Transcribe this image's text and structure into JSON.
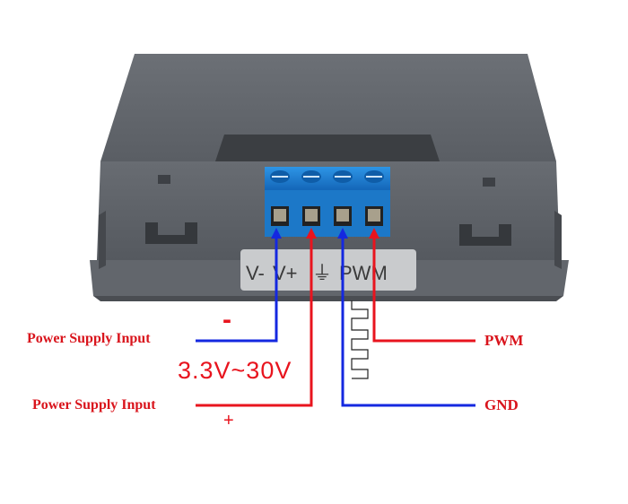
{
  "device_label": {
    "v_minus": "V-",
    "v_plus": "V+",
    "ground_symbol": "⏚",
    "pwm": "PWM"
  },
  "annotations": {
    "power_input_negative": "Power Supply Input",
    "power_input_positive": "Power Supply Input",
    "minus_sign": "-",
    "plus_sign": "+",
    "voltage_range": "3.3V~30V",
    "pwm": "PWM",
    "gnd": "GND"
  },
  "colors": {
    "wire_red": "#e8141e",
    "wire_blue": "#1428e0",
    "label_red": "#d9141c",
    "terminal_blue": "#1b7fd0",
    "case_gray": "#5c6066"
  }
}
